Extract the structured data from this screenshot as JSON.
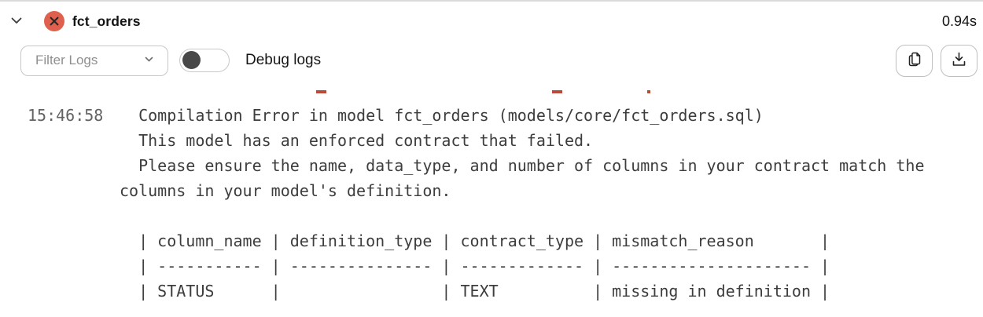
{
  "header": {
    "title": "fct_orders",
    "duration": "0.94s",
    "status": "error",
    "status_color": "#e0604e",
    "filter_dropdown": {
      "label": "Filter Logs"
    },
    "debug_toggle": {
      "label": "Debug logs",
      "state": "off"
    }
  },
  "log": {
    "timestamp": "15:46:58",
    "message": "  Compilation Error in model fct_orders (models/core/fct_orders.sql)\n  This model has an enforced contract that failed.\n  Please ensure the name, data_type, and number of columns in your contract match the columns in your model's definition.\n\n  | column_name | definition_type | contract_type | mismatch_reason       |\n  | ----------- | --------------- | ------------- | --------------------- |\n  | STATUS      |                 | TEXT          | missing in definition |",
    "clipped_fragments": [
      {
        "style": "left:402px;width:13px;background:#b94a3a"
      },
      {
        "style": "left:702px;width:13px;background:#b94a3a"
      },
      {
        "style": "left:823px;width:4px;background:#b94a3a"
      }
    ],
    "text_color": "#3d3d3d",
    "timestamp_color": "#636363"
  }
}
